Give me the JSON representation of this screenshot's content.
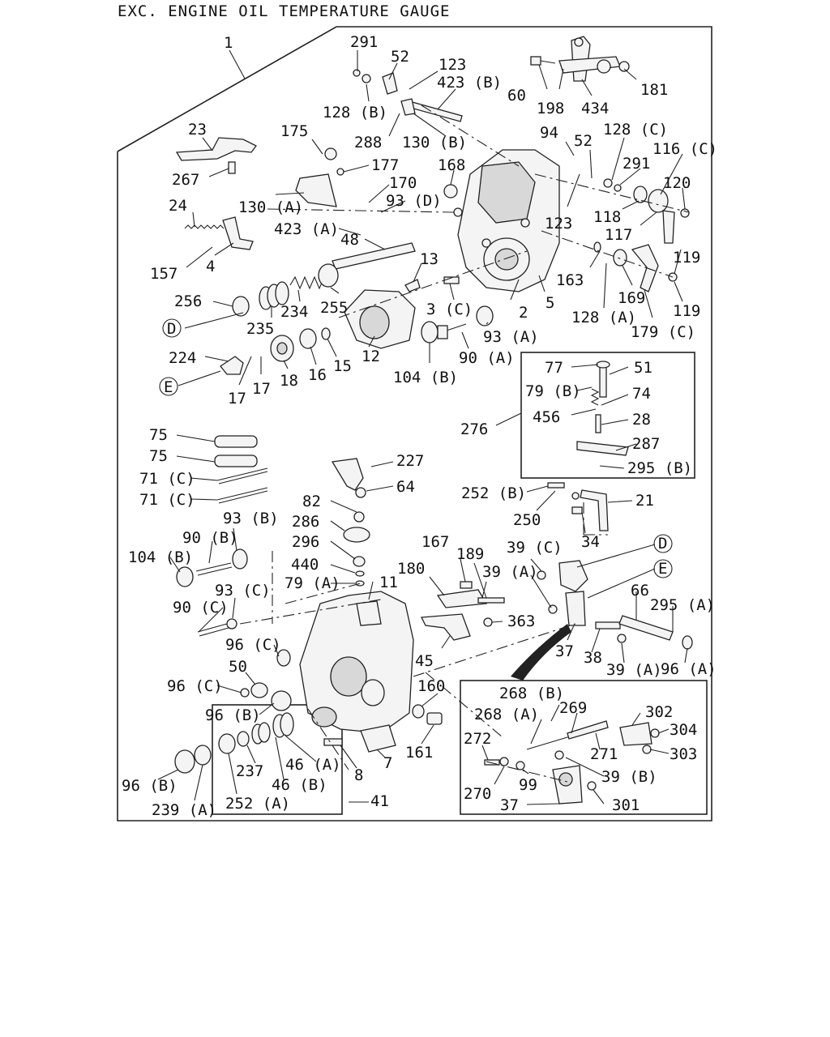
{
  "title": "EXC. ENGINE OIL TEMPERATURE GAUGE",
  "labels": [
    {
      "id": "l1",
      "text": "1"
    },
    {
      "id": "l2",
      "text": "291"
    },
    {
      "id": "l3",
      "text": "52"
    },
    {
      "id": "l4",
      "text": "123"
    },
    {
      "id": "l5",
      "text": "423 (B)"
    },
    {
      "id": "l6",
      "text": "128 (B)"
    },
    {
      "id": "l7",
      "text": "60"
    },
    {
      "id": "l8",
      "text": "198"
    },
    {
      "id": "l9",
      "text": "434"
    },
    {
      "id": "l10",
      "text": "181"
    },
    {
      "id": "l11",
      "text": "23"
    },
    {
      "id": "l12",
      "text": "175"
    },
    {
      "id": "l13",
      "text": "288"
    },
    {
      "id": "l14",
      "text": "130 (B)"
    },
    {
      "id": "l15",
      "text": "94"
    },
    {
      "id": "l16",
      "text": "52"
    },
    {
      "id": "l17",
      "text": "128 (C)"
    },
    {
      "id": "l18",
      "text": "116 (C)"
    },
    {
      "id": "l19",
      "text": "177"
    },
    {
      "id": "l20",
      "text": "168"
    },
    {
      "id": "l21",
      "text": "291"
    },
    {
      "id": "l22",
      "text": "267"
    },
    {
      "id": "l23",
      "text": "170"
    },
    {
      "id": "l24",
      "text": "120"
    },
    {
      "id": "l25",
      "text": "130 (A)"
    },
    {
      "id": "l26",
      "text": "93 (D)"
    },
    {
      "id": "l27",
      "text": "24"
    },
    {
      "id": "l28",
      "text": "123"
    },
    {
      "id": "l29",
      "text": "118"
    },
    {
      "id": "l30",
      "text": "423 (A)"
    },
    {
      "id": "l31",
      "text": "117"
    },
    {
      "id": "l32",
      "text": "48"
    },
    {
      "id": "l33",
      "text": "13"
    },
    {
      "id": "l34",
      "text": "119"
    },
    {
      "id": "l35",
      "text": "4"
    },
    {
      "id": "l36",
      "text": "157"
    },
    {
      "id": "l37",
      "text": "163"
    },
    {
      "id": "l38",
      "text": "169"
    },
    {
      "id": "l39",
      "text": "256"
    },
    {
      "id": "l40",
      "text": "255"
    },
    {
      "id": "l41",
      "text": "234"
    },
    {
      "id": "l42",
      "text": "3 (C)"
    },
    {
      "id": "l43",
      "text": "2"
    },
    {
      "id": "l44",
      "text": "5"
    },
    {
      "id": "l45",
      "text": "128 (A)"
    },
    {
      "id": "l46",
      "text": "119"
    },
    {
      "id": "l47",
      "text": "D"
    },
    {
      "id": "l48",
      "text": "235"
    },
    {
      "id": "l49",
      "text": "93 (A)"
    },
    {
      "id": "l50",
      "text": "179 (C)"
    },
    {
      "id": "l51",
      "text": "12"
    },
    {
      "id": "l52",
      "text": "15"
    },
    {
      "id": "l53",
      "text": "90 (A)"
    },
    {
      "id": "l54",
      "text": "224"
    },
    {
      "id": "l55",
      "text": "16"
    },
    {
      "id": "l56",
      "text": "18"
    },
    {
      "id": "l57",
      "text": "17"
    },
    {
      "id": "l58",
      "text": "17"
    },
    {
      "id": "l59",
      "text": "104 (B)"
    },
    {
      "id": "l60",
      "text": "E"
    },
    {
      "id": "l61",
      "text": "77"
    },
    {
      "id": "l62",
      "text": "51"
    },
    {
      "id": "l63",
      "text": "79 (B)"
    },
    {
      "id": "l64",
      "text": "74"
    },
    {
      "id": "l65",
      "text": "456"
    },
    {
      "id": "l66",
      "text": "28"
    },
    {
      "id": "l67",
      "text": "276"
    },
    {
      "id": "l68",
      "text": "287"
    },
    {
      "id": "l69",
      "text": "295 (B)"
    },
    {
      "id": "l70",
      "text": "75"
    },
    {
      "id": "l71",
      "text": "75"
    },
    {
      "id": "l72",
      "text": "71 (C)"
    },
    {
      "id": "l73",
      "text": "71 (C)"
    },
    {
      "id": "l74",
      "text": "227"
    },
    {
      "id": "l75",
      "text": "64"
    },
    {
      "id": "l76",
      "text": "252 (B)"
    },
    {
      "id": "l77",
      "text": "21"
    },
    {
      "id": "l78",
      "text": "250"
    },
    {
      "id": "l79",
      "text": "82"
    },
    {
      "id": "l80",
      "text": "93 (B)"
    },
    {
      "id": "l81",
      "text": "286"
    },
    {
      "id": "l82",
      "text": "34"
    },
    {
      "id": "l83",
      "text": "90 (B)"
    },
    {
      "id": "l84",
      "text": "296"
    },
    {
      "id": "l85",
      "text": "167"
    },
    {
      "id": "l86",
      "text": "189"
    },
    {
      "id": "l87",
      "text": "39 (C)"
    },
    {
      "id": "l88",
      "text": "D"
    },
    {
      "id": "l89",
      "text": "104 (B)"
    },
    {
      "id": "l90",
      "text": "440"
    },
    {
      "id": "l91",
      "text": "180"
    },
    {
      "id": "l92",
      "text": "39 (A)"
    },
    {
      "id": "l93",
      "text": "E"
    },
    {
      "id": "l94",
      "text": "79 (A)"
    },
    {
      "id": "l95",
      "text": "11"
    },
    {
      "id": "l96",
      "text": "66"
    },
    {
      "id": "l97",
      "text": "93 (C)"
    },
    {
      "id": "l98",
      "text": "295 (A)"
    },
    {
      "id": "l99",
      "text": "90 (C)"
    },
    {
      "id": "l100",
      "text": "363"
    },
    {
      "id": "l101",
      "text": "96 (C)"
    },
    {
      "id": "l102",
      "text": "37"
    },
    {
      "id": "l103",
      "text": "38"
    },
    {
      "id": "l104",
      "text": "45"
    },
    {
      "id": "l105",
      "text": "39 (A)"
    },
    {
      "id": "l106",
      "text": "96 (A)"
    },
    {
      "id": "l107",
      "text": "50"
    },
    {
      "id": "l108",
      "text": "96 (C)"
    },
    {
      "id": "l109",
      "text": "268 (B)"
    },
    {
      "id": "l110",
      "text": "160"
    },
    {
      "id": "l111",
      "text": "96 (B)"
    },
    {
      "id": "l112",
      "text": "268 (A)"
    },
    {
      "id": "l113",
      "text": "269"
    },
    {
      "id": "l114",
      "text": "302"
    },
    {
      "id": "l115",
      "text": "304"
    },
    {
      "id": "l116",
      "text": "272"
    },
    {
      "id": "l117",
      "text": "271"
    },
    {
      "id": "l118",
      "text": "303"
    },
    {
      "id": "l119",
      "text": "237"
    },
    {
      "id": "l120",
      "text": "46 (A)"
    },
    {
      "id": "l121",
      "text": "8"
    },
    {
      "id": "l122",
      "text": "7"
    },
    {
      "id": "l123",
      "text": "161"
    },
    {
      "id": "l124",
      "text": "46 (B)"
    },
    {
      "id": "l125",
      "text": "99"
    },
    {
      "id": "l126",
      "text": "39 (B)"
    },
    {
      "id": "l127",
      "text": "270"
    },
    {
      "id": "l128",
      "text": "96 (B)"
    },
    {
      "id": "l129",
      "text": "239 (A)"
    },
    {
      "id": "l130",
      "text": "252 (A)"
    },
    {
      "id": "l131",
      "text": "41"
    },
    {
      "id": "l132",
      "text": "37"
    },
    {
      "id": "l133",
      "text": "301"
    }
  ]
}
